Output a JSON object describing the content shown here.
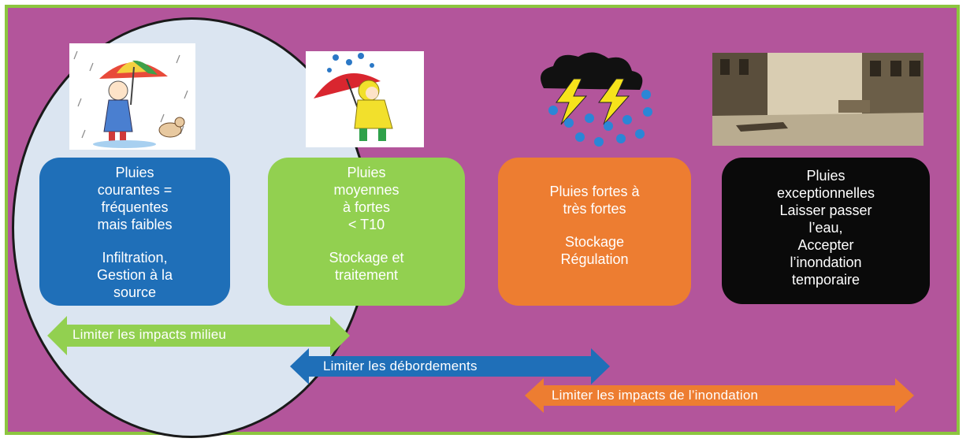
{
  "colors": {
    "background": "#b3559b",
    "border": "#8cc63f",
    "ellipse_fill": "#dbe5f1",
    "card_blue": "#1f6fb8",
    "card_green": "#92d050",
    "card_orange": "#ed7d31",
    "card_black": "#0a0a0a",
    "arrow_green": "#92d050",
    "arrow_blue": "#1f6fb8",
    "arrow_orange": "#ed7d31"
  },
  "cards": [
    {
      "lines": [
        "Pluies",
        "courantes =",
        "fréquentes",
        "mais faibles",
        "",
        "Infiltration,",
        "Gestion à la",
        "source"
      ]
    },
    {
      "lines": [
        "Pluies",
        "moyennes",
        "à fortes",
        "< T10",
        "",
        "Stockage et",
        "traitement"
      ]
    },
    {
      "lines": [
        "Pluies fortes  à",
        "très fortes",
        "",
        "Stockage",
        "Régulation"
      ]
    },
    {
      "lines": [
        "Pluies",
        "exceptionnelles",
        "Laisser passer",
        "l’eau,",
        "Accepter",
        "l’inondation",
        "temporaire"
      ]
    }
  ],
  "arrows": [
    {
      "label": "Limiter les impacts milieu"
    },
    {
      "label": "Limiter les débordements"
    },
    {
      "label": "Limiter les impacts de l’inondation"
    }
  ],
  "icons": [
    "girl-umbrella-rain-icon",
    "child-raincoat-icon",
    "storm-cloud-lightning-icon",
    "flooded-street-photo"
  ]
}
